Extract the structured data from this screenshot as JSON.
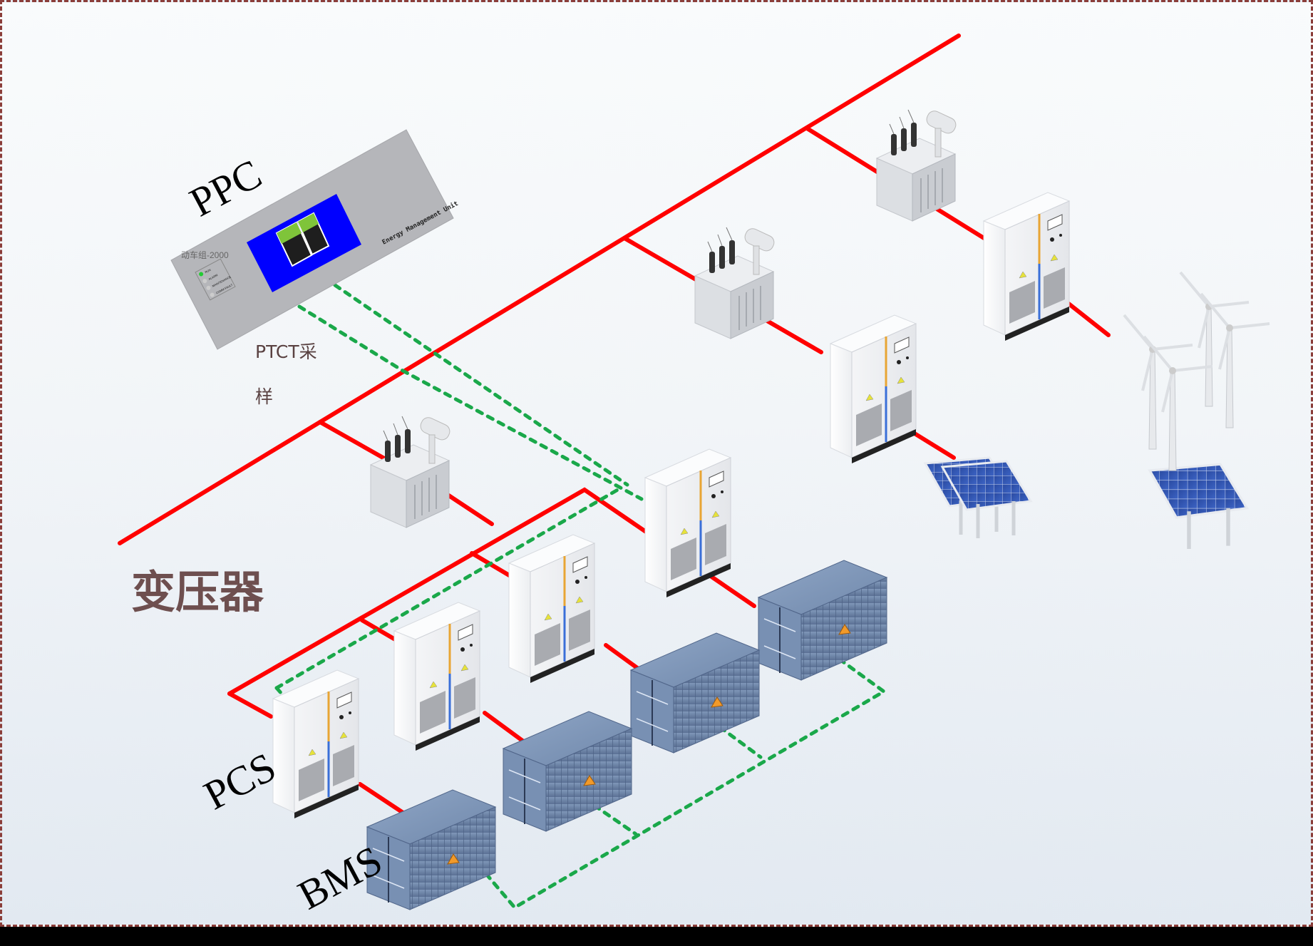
{
  "labels": {
    "ppc": "PPC",
    "pcs": "PCS",
    "bms": "BMS",
    "transformer": "变压器",
    "ptct_line1": "PTCT采",
    "ptct_line2": "样"
  },
  "ppc_unit": {
    "model": "动车组-2000",
    "panel_title": "Energy Management Unit",
    "indicators": [
      "RUN",
      "ALARM",
      "MAINTENANCE",
      "COMM FAULT"
    ],
    "screen_icon": "battery-icon"
  },
  "components": {
    "transformers": 3,
    "pcs_cabinets": 6,
    "battery_containers": 4,
    "solar_array": "solar-panel-icon",
    "wind_farm": "wind-turbine-icon"
  },
  "colors": {
    "power_line": "#ff0000",
    "comm_line": "#1aa84a",
    "frame_border": "#8b3e3a",
    "ppc_screen": "#0000ff",
    "container": "#6e86a8",
    "label_cjk": "#6e4f4f"
  }
}
